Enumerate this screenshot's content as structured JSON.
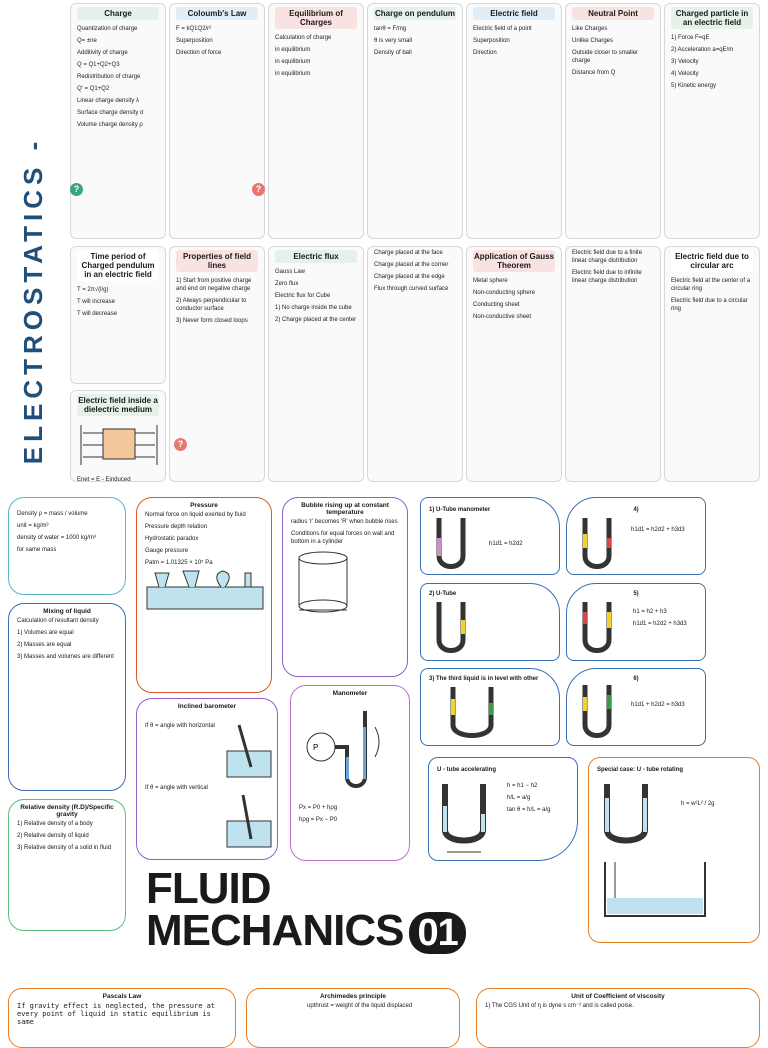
{
  "electrostatics": {
    "title": "ELECTROSTATICS -",
    "cards_row1": [
      {
        "title": "Charge",
        "color": "#e4f2ea",
        "lines": [
          "Quantization of charge",
          "Q= ±ne",
          "Additivity of charge",
          "Q = Q1+Q2+Q3",
          "Redistribution of charge",
          "Q' = Q1+Q2",
          "Linear charge density λ",
          "Surface charge density σ",
          "Volume charge density ρ"
        ]
      },
      {
        "title": "Coloumb's Law",
        "color": "#e1eef8",
        "lines": [
          "F = kQ1Q2/r²",
          "Superposition",
          "Direction of force"
        ]
      },
      {
        "title": "Equilibrium of Charges",
        "color": "#f9e3e2",
        "lines": [
          "Calculation of charge",
          "in equilibrium",
          "in equilibrium",
          "in equilibrium"
        ]
      },
      {
        "title": "Charge on pendulum",
        "color": "#e4f2ea",
        "lines": [
          "tanθ = F/mg",
          "θ is very small",
          "Density of ball"
        ]
      },
      {
        "title": "Electric field",
        "color": "#e1eef8",
        "lines": [
          "Electric field of a point",
          "Superposition",
          "Direction"
        ]
      },
      {
        "title": "Neutral Point",
        "color": "#f9e3e2",
        "lines": [
          "Like Charges",
          "Unlike Charges",
          "Outside closer to smaller charge",
          "Distance from Q"
        ]
      },
      {
        "title": "Charged particle in an electric field",
        "color": "#e4f2ea",
        "lines": [
          "1) Force F=qE",
          "2) Acceleration a=qE/m",
          "3) Velocity",
          "4) Velocity",
          "5) Kinetic energy"
        ]
      }
    ],
    "cards_row2": [
      {
        "title": "Time period of Charged pendulum in an electric field",
        "color": "#ffffff",
        "lines": [
          "T = 2π√(l/g)",
          "T will increase",
          "T will decrease"
        ]
      },
      {
        "title": "Properties of field lines",
        "color": "#f9e3e2",
        "lines": [
          "1) Start from positive charge and end on negative charge",
          "2) Always perpendicular to conductor surface",
          "3) Never form closed loops"
        ]
      },
      {
        "title": "Electric flux",
        "color": "#e4f2ea",
        "lines": [
          "Gauss Law",
          "Zero flux",
          "Electric flux for Cube",
          "1) No charge inside the cube",
          "2) Charge placed at the center"
        ]
      },
      {
        "title": "",
        "color": "#ffffff",
        "lines": [
          "Charge placed at the face",
          "Charge placed at the corner",
          "Charge placed at the edge",
          "Flux through curved surface"
        ]
      },
      {
        "title": "Application of Gauss Theorem",
        "color": "#f9e3e2",
        "lines": [
          "Metal sphere",
          "Non-conducting sphere",
          "Conducting sheet",
          "Non-conductive sheet"
        ]
      },
      {
        "title": "",
        "color": "#ffffff",
        "lines": [
          "Electric field due to a finite linear charge distribution",
          "Electric field due to infinite linear charge distribution"
        ]
      },
      {
        "title": "Electric field due to circular arc",
        "color": "#ffffff",
        "lines": [
          "Electric field at the center of a circular ring",
          "Electric field due to a circular ring"
        ]
      }
    ],
    "dielectric": {
      "title": "Electric field inside a dielectric medium",
      "formula": "Enet = E - Einduced"
    }
  },
  "fluid": {
    "density": {
      "lines": [
        "Density ρ = mass / volume",
        "unit = kg/m³",
        "density of water = 1000 kg/m³",
        "for same mass"
      ]
    },
    "mixing": {
      "title": "Mixing of liquid",
      "lines": [
        "Calculation of resultant density",
        "1) Volumes are equal",
        "2) Masses are equal",
        "3) Masses and volumes are different"
      ]
    },
    "relative": {
      "title": "Relative density (R.D)/Specific gravity",
      "lines": [
        "1) Relative density of a body",
        "2) Relative density of liquid",
        "3) Relative density of a solid in fluid"
      ]
    },
    "pressure": {
      "title": "Pressure",
      "lines": [
        "Normal force on liquid exerted by fluid",
        "Pressure depth relation",
        "Hydrostatic paradox",
        "Gauge pressure",
        "Patm = 1.01325 × 10⁵ Pa"
      ]
    },
    "bubble": {
      "title": "Bubble rising up at constant temperature",
      "lines": [
        "radius 'r' becomes 'R' when bubble rises",
        "Conditions for equal forces on wall and bottom in a cylinder"
      ]
    },
    "barometer": {
      "title": "Inclined barometer",
      "lines": [
        "If θ = angle with horizontal",
        "If θ = angle with vertical"
      ]
    },
    "manometer": {
      "title": "Manometer",
      "formula1": "Px = P0 + hρg",
      "formula2": "hρg = Px − P0"
    },
    "utube1": {
      "title": "1) U-Tube manometer",
      "formula": "h1d1 = h2d2"
    },
    "utube4": {
      "title": "4)",
      "formula": "h1d1 = h2d2 + h3d3"
    },
    "utube2": {
      "title": "2) U-Tube",
      "formula": ""
    },
    "utube5": {
      "title": "5)",
      "formula1": "h1 = h2 + h3",
      "formula2": "h1d1 = h2d2 + h3d3"
    },
    "utube3": {
      "title": "3) The third liquid is in level with other",
      "formula": ""
    },
    "utube6": {
      "title": "6)",
      "formula": "h1d1 + h2d2 = h3d3"
    },
    "accelerating": {
      "title": "U - tube accelerating",
      "lines": [
        "h = h1 − h2",
        "h/L = a/g",
        "tan θ = h/L = a/g"
      ]
    },
    "rotating": {
      "title": "Special case: U - tube rotating",
      "lines": [
        "h = w²L² / 2g"
      ]
    },
    "headline": {
      "line1": "FLUID",
      "line2": "MECHANICS",
      "badge": "01"
    },
    "pascal": {
      "title": "Pascals Law",
      "text": "If gravity effect is neglected, the pressure at every point of liquid in static equilibrium is same"
    },
    "archimedes": {
      "title": "Archimedes principle",
      "text": "upthrust = weight of the liquid displaced"
    },
    "viscosity": {
      "title": "Unit of Coefficient of viscosity",
      "text": "1) The CGS Unit of η is dyne s cm⁻² and is called poise."
    }
  }
}
